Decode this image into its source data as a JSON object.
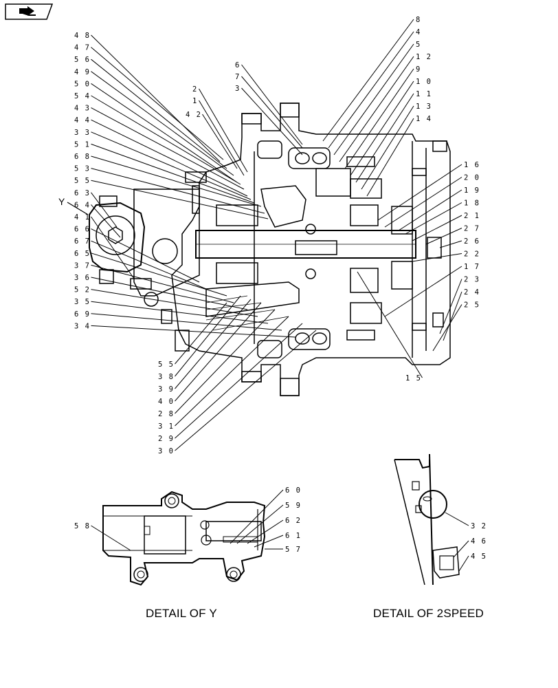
{
  "nav": {
    "icon": "next-page-arrow-icon"
  },
  "y_marker": "Y",
  "captions": {
    "detail_y": "DETAIL OF Y",
    "detail_2speed": "DETAIL OF 2SPEED"
  },
  "callouts_left": [
    "48",
    "47",
    "56",
    "49",
    "50",
    "54",
    "43",
    "44",
    "33",
    "51",
    "68",
    "53",
    "55",
    "63",
    "64",
    "41",
    "66",
    "67",
    "65",
    "37",
    "36",
    "52",
    "35",
    "69",
    "34"
  ],
  "callouts_top": [
    "2",
    "1",
    "42",
    "6",
    "7",
    "3"
  ],
  "callouts_right_top": [
    "8",
    "4",
    "5",
    "12",
    "9",
    "10",
    "11",
    "13",
    "14"
  ],
  "callouts_right": [
    "16",
    "20",
    "19",
    "18",
    "21",
    "27",
    "26",
    "22",
    "17",
    "23",
    "24",
    "25"
  ],
  "callouts_bottom": [
    "55",
    "38",
    "39",
    "40",
    "28",
    "31",
    "29",
    "30"
  ],
  "callout_15": "15",
  "callouts_detail_y": [
    "58",
    "60",
    "59",
    "62",
    "61",
    "57"
  ],
  "callouts_detail_2speed": [
    "32",
    "46",
    "45"
  ]
}
